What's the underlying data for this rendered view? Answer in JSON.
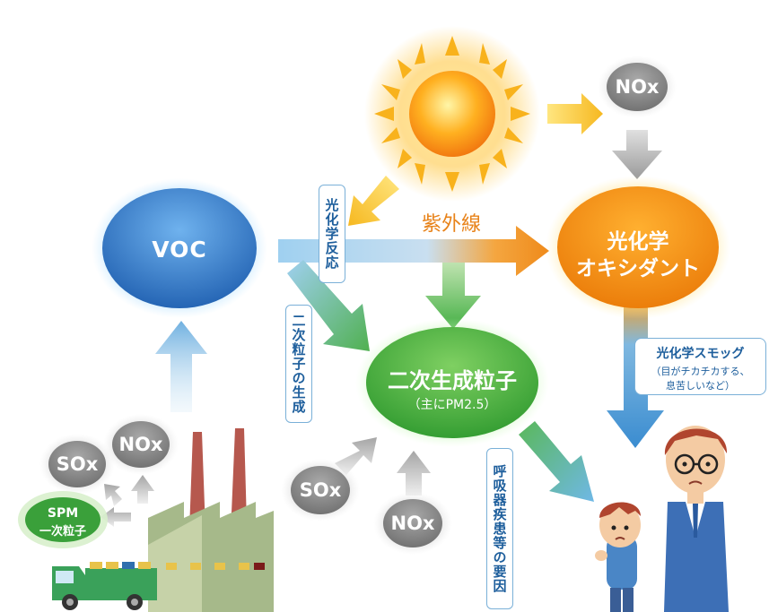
{
  "nodes": {
    "voc": "VOC",
    "oxidant_line1": "光化学",
    "oxidant_line2": "オキシダント",
    "secondary_title": "二次生成粒子",
    "secondary_sub": "（主にPM2.5）",
    "nox_top": "NOx",
    "nox_left": "NOx",
    "sox_left": "SOx",
    "spm_line1": "SPM",
    "spm_line2": "一次粒子",
    "sox_bottom": "SOx",
    "nox_bottom": "NOx"
  },
  "labels": {
    "uv": "紫外線",
    "photochemical_reaction": "光化学反応",
    "secondary_formation": "二次粒子の生成",
    "respiratory": "呼吸器疾患等の要因",
    "smog_title": "光化学スモッグ",
    "smog_line1": "（目がチカチカする、",
    "smog_line2": "息苦しいなど）"
  },
  "colors": {
    "voc": "#2f7fcf",
    "oxidant": "#f08a10",
    "secondary": "#3fae3a",
    "gray_node": "#8a8a8a",
    "spm": "#3aa03a",
    "uv_text": "#e8831a",
    "label_blue": "#1d5e9c"
  }
}
